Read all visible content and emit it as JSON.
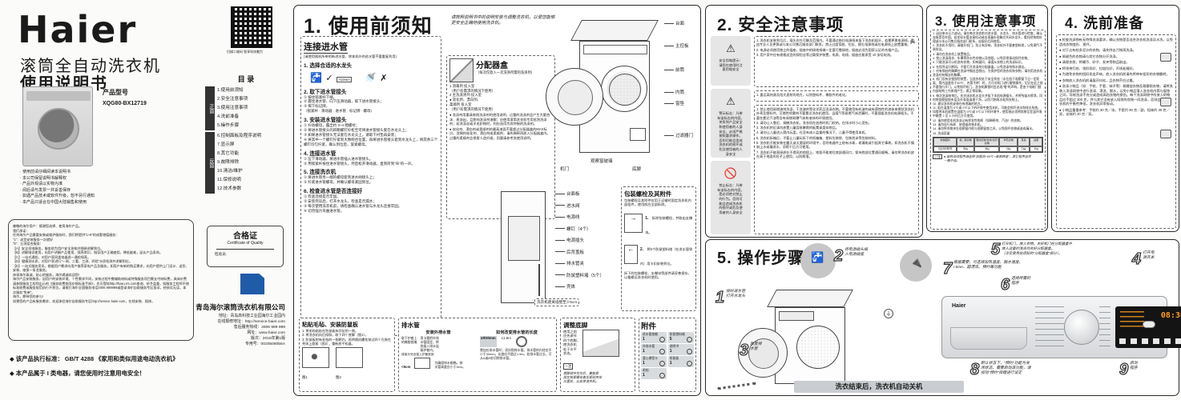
{
  "cover": {
    "brand": "Haier",
    "qr_caption": "扫描二维码 智享科技魅力",
    "product_line1": "滚筒全自动洗衣机",
    "product_line2": "使用说明书",
    "model_label": "产品型号",
    "model": "XQG80-BX12719",
    "toc": {
      "title": "目  录",
      "front_tab": "正面",
      "back_tab": "反面",
      "front_items": [
        "1.使用前须知",
        "2.安全注意事项",
        "3.使用注意事项",
        "4.洗前准备",
        "5.操作步骤"
      ],
      "back_items": [
        "6.控制面板及程序说明",
        "7.显示屏",
        "8.其它功能",
        "9.故障排除",
        "10.清洁/维护",
        "11.保修说明",
        "12.技术参数"
      ]
    },
    "notes": [
      "· 使用前请仔细阅读本说明书",
      "· 本公司保留说明书解释权",
      "· 产品外观请以实物为准",
      "· 阅后请与发票一并妥善保存",
      "· 如遇产品技术或软件升级，恕不另行通知",
      "· 本产品只适合在中国大陆销售和使用"
    ],
    "service_lines": [
      "尊敬的海尔用户：感谢您选择、使用海尔产品。",
      "我们承诺：",
      "任何海尔产品需要安装或维护服务时，我们将提供“1+5”的成套增值服务：",
      "“1”：送货安装服务一次就好",
      "“5”：五项组合服务：",
      "【A】安全须电服务，服务前为用户安全测电并细致讲解到位。",
      "【B】讲解指导使用，向用户讲解产品使用、保养常识，指导用户正确使用、降低能耗，延长产品寿命。",
      "【C】一站式通检，对用户家同类电器逐一通检保养。",
      "【D】健康测水质，对用户家进行“一闻、二看、三测、四验”水质检测并讲解到位。",
      "【E】一站式服务资讯，根据用户需求向用户推荐家电产品及服务，如用户有新的购买需求，向用户提供上门设计、送货、安装、维保一条龙服务。",
      "体现海尔真诚、贴心的服务，海尔竭诚欢迎您!",
      "海尔产品安装服务，因用户的安装环境、个性需求不同，安装过程中需辅助材料或特殊服务项目需支付材料费，具体价费请参照服务工程师出示的《服务收费指导价格标准手册》，也可登陆http://fuwu.rrs.com查询、给予监督，如服务工程师不按标准收费或服务规范执行不到位，请拨打海尔全国服务电话4006 999999或登录海尔自助服务专区投诉，经核实无误，本次服务“免单”。",
      "海尔，期待您的参与!",
      "如果您的产品有服务需求，欢迎体验海尔自助服务专区http://service.haier.com，在线安装、报修。"
    ],
    "certificate": {
      "title": "合格证",
      "subtitle": "Certificate of Quality",
      "inspector": "检验员:"
    },
    "company": "青岛海尔滚筒洗衣机有限公司",
    "company_lines": [
      "地址：青岛高科技工业园海尔工业园内",
      "在线报修地址：http://service.haier.com",
      "售后服务热线：4006 999 999",
      "网址：www.haier.com",
      "版次：2016年第1版",
      "专用号：0020508056A"
    ],
    "standards": [
      "◆ 该产品执行标准： GB/T 4288 《家用和类似用途电动洗衣机》",
      "◆ 本产品属于 I 类电器，请您使用时注意用电安全！"
    ]
  },
  "p1": {
    "title": "1. 使用前须知",
    "intro": "请按照说明书中的说明安装与调整洗衣机，以便您能够\n更安全正确地使用洗衣机。",
    "connect_title": "连接进水管",
    "connect_note": "(请使用随机所带的新进水管，除本机外的进水管不要重复利用)",
    "faucet_ok": "✓",
    "faucet_bad": "✗",
    "faucet_dim": ">10mm",
    "steps": [
      {
        "title": "1. 选择合适的水龙头",
        "body": ""
      },
      {
        "title": "2. 取下进水管接头",
        "body": "① 按住锁紧杆下端。\n② 握住进水管、向下压滑动器，取下进水管接头；\n③ 揭下标记牌。\n（锁紧杆 · 滑动器 · 进水管 · 标记牌 · 螺母）"
      },
      {
        "title": "3. 安装进水管接头",
        "body": "① 拧动螺母，露出约 3~4 圈螺纹；\n② 将进水管接头的四颗螺钉拧松至可将进水管接头套在水龙头上；\n③ 如果进水管接头无法套在水龙头上，请取下衬垫再安装；\n④ 将其中一个螺钉拧紧到大致吻合位置，再将进水管接头套到水龙头上，将其余三个螺钉均匀拧紧，确认到位后，旋紧螺母。"
      },
      {
        "title": "4. 连接进水管",
        "body": "① 压下滑动器，将进水管插入进水管接头。\n② 用锁紧杆按住进水管接头，然后松开滑动器，直到听到“咔”的一声。"
      },
      {
        "title": "5. 连接洗衣机",
        "body": "① 将进水管另一端的螺母套到进水阀接头上；\n② 拧紧进水管螺母，并确认螺母紧固到位。"
      },
      {
        "title": "6. 检查进水管是否连接好",
        "body": "① 检查连接是否牢固。\n② 安装完毕后，打开水龙头，检查是否漏水；\n③ 每次使用洗衣机前，请检查确认进水管与水龙头连接牢固。\n④ 切勿强力弯曲进水管。"
      }
    ],
    "dispenser": {
      "title": "分配器盒",
      "subtitle": "（每次仅放入一次洗涤所需的洗涤剂）",
      "items": [
        "1  消毒剂  投入室\n（用户有需求的情况下使用）",
        "2  主洗洗涤剂  投入室",
        "●  软化剂、漂白剂、\n柔顺剂  投入室\n（用户有需求的情况下使用）"
      ],
      "notes": [
        "● 洗涤剂用量请参照洗涤剂的使用说明，过量的洗涤剂会产生大量泡沫、易溢出，且影响洗涤剂溶解；应使用滚筒洗衣机专用低泡洗涤剂；若洗涤丝或羊毛织物时，则应选用为其特制的洗涤剂。",
        "● 软化剂、漂白剂或柔顺剂的最高液面不要超过分配器盒的MAX标识。浓稠的软化剂、漂白剂或柔顺剂，请先稀释再放入分配器盒内。过量的柔顺剂会损害人造纤维，用量请参考其使用说明。"
      ]
    },
    "front_labels": [
      "台面",
      "主控板",
      "前筒",
      "内筒",
      "窗垫",
      "过滤器门",
      "观察窗玻璃",
      "机门",
      "底脚"
    ],
    "back_labels": [
      "台面板",
      "进水阀",
      "电源线",
      "螺钉（4个）",
      "电源插头",
      "后背盖板",
      "排水管夹",
      "防鼠塑料堵（5个）",
      "壳体"
    ],
    "wall_note": "洗衣机距离墙壁至少5cm",
    "bolts": {
      "title": "包装螺栓及其附件",
      "intro": "包装螺栓及其附件仅用于运输时固定洗衣机内部组件，使用前应全部拆除。",
      "fig1_cap": "1.",
      "fig1_text": "拆除包装螺栓，并取出支撑块。",
      "fig2_cap": "2.",
      "fig2_text": "将5个防鼠塑料堵（在进水管袋内）用卡扣安装到位。",
      "note": "拆下的包装螺栓、支撑块等部件请妥善保存，以备搬运洗衣机时使用。"
    },
    "felt": {
      "title": "粘贴毛毡、安装防鼠板",
      "steps": [
        "1. 将毛毡粘贴在防鼠板有凹坑的一侧。",
        "2. 将洗衣机向后倾斜，取下四个底脚（图1）。",
        "3. 防鼠板附有毛毡的一侧朝内，再将随机螺栓穿过四个孔装在壳体上旋紧（图2），重新放平机器。"
      ],
      "fig1": "图1",
      "fig2": "图2"
    },
    "drain": {
      "title": "排水管",
      "sub1": "安装外排水管",
      "l1": "取下护套上\n的橡胶锁堵",
      "l2": "用卡箍把外排\n水管固定，将\n其插入排水连\n接护套内。",
      "l3": "将接头完全插入护套底部",
      "l4": "<5cm",
      "l5": "为确保排水顺畅，排\n水管高度应小于5cm。",
      "sub2": "如何改变排水管的长度",
      "d1": "≥Φ30mm",
      "d2": "≤1.5m",
      "body2": "需加长排水管时，须另购排水管。排水管的内径应不小于30mm，长度应不超过1.5m。若排水管过长，可从A或B处切除排水管。"
    },
    "feet": {
      "title": "调整底脚",
      "body": "使用之前\n应先调节\n四个底脚，\n使洗衣机\n处于水平\n状态。",
      "note_tag": "☞注",
      "note": "底脚调节完毕后，要旋紧\n固定锁紧螺母直至紧贴壳体\n位置处，以支撑洗衣机。"
    },
    "accessories": {
      "title": "附件",
      "items": [
        {
          "name": "进水管垫圈",
          "qty": "1"
        },
        {
          "name": "防鼠塑料堵",
          "qty": "5"
        },
        {
          "name": "外排水管",
          "qty": "1"
        },
        {
          "name": "说明书",
          "qty": "1"
        },
        {
          "name": "爱心便签卡",
          "qty": "1"
        },
        {
          "name": "防鼠板",
          "qty": "1"
        },
        {
          "name": "毛毡",
          "qty": "1"
        }
      ]
    }
  },
  "p2": {
    "title": "2. 安全注意事项",
    "w1": "安全用电提示：\n请您在使用时注\n意用电安全",
    "w2": "警示标志：凡带\n有该标志的内容，\n关系到产品安全\n和使用者的人身\n安全，必须严格\n按照要求操作。\n否则可能会造成\n洗衣机的损坏或\n危及使用者的人\n身安全",
    "w3": "禁止标志：凡带\n有该标志的内容，\n是必须绝对禁止\n的行为。否则可\n能会造成洗衣机\n的损坏或危及使\n用者的人身安全",
    "block1": [
      "1. 洗衣机安装到位后，插头应在可触及范围内。不要通过拖拉电源线来拔下洗衣机插头，若需更换电源线，需由专业人员更换或与本公司售后服务部门联系。禁止过度弯曲、拉扯、捆扎电源线或在电源线上放置重物。",
      "2. 电源必须使用独立的插座，插座中的接地线端一定要可靠接地，插座必须为国家认证的合格产品。",
      "3. 用户家中应有规格适宜的保险丝等过载保护装置，电表、电线、插座应能承受 10 安培电流。"
    ],
    "block2": [
      "1. 要远离热源及阳光直射的地方，以防塑料件、橡胶件的老化。"
    ],
    "block3": [
      "1. 禁止使用易燃溶剂洗涤，干洗溶剂等化学药品洗涤衣物。不要使用有机溶剂或有腐蚀性的液体来擦拭洗衣机外壳及塑料件。可燃性喷雾剂不要靠近洗衣机使用，当煤气等易燃气体泄漏时，不要插拔洗衣机电源插头。不要在靠近汽油等含有易燃易爆气体和液体的环境使用。",
      "2. 请勿让人靠近、接触洗衣机，洗衣机在加热时机门较热，在排水时小心烫伤。",
      "3. 洗衣机附近请勿放置儿童容易攀爬的板凳或类似物品。",
      "4. 请勿让儿童进入筒内玩耍，在没有成人监督的情况下，儿童不得使用本机。",
      "5. 洗衣机拆箱后，不要让儿童玩拆下的纸箱箱、塑料包装袋、包装泡沫等包装材料。",
      "6. 洗衣机不能安装在露天或太潮湿的环境中，否则电器件上结有水珠，易漏电或引起其它事故。如洗衣机不慎淋上水或漏进水，须晾干后方可使用。",
      "7. 洗衣机不能直接放在不透风的地毯上，地毯不能堵住底部通风口，保持底部位置通风顺畅。请勿将洗衣机放在高于地面的台子上使用，以防跌落。"
    ]
  },
  "p3": {
    "title": "3. 使用注意事项",
    "items": [
      "1. 因自来水压力波动，请在每次洗衣前对进水管、水龙头、排水管进行检查，确认连接是否牢固。若发现水管连接松动或出现漏水现象应关闭水龙头，委托经销商处理或与本公司售后服务部门联系，连接好后再使用。",
      "2. 洗衣机不用时，请敞开机门，防止有异味，洗衣机外不要套塑料袋，以免潮气不易排出。",
      "3. 请勿在洗衣机上放置物品。",
      "4. 禁止洗涤雨衣、车罩等防水性衣物以及地毯，以免异常振动损坏衣物。",
      "5. 只能洗涤可以机洗的衣物，如有疑问，请遵从衣物上的洗涤标识。",
      "6. 在程序运行期间，不要打开洗涤剂分配器盒，以免洗涤剂和水溅出。",
      "7. 衬有钢丝的胸罩在洗涤中钢丝会脱出，为保护您的洗衣机和衣物，请勿用洗衣机洗涤衬有钢丝的胸罩。",
      "8. 机门设有自锁保险装置，当洗衣机处于安全状态（水位低于观察窗下沿一定距离、筒内温度低于50℃、内筒不转）时，方可对机门进行解锁操作，切记在此之前不要强行开门，以免损坏机门。洗衣机解锁时会出现“嗒”的声响，是由于电磁门锁内部结构工作原理产生，属正常现象。",
      "9. 每次洗涤结束后，应关闭本机水龙头并拔下本机电源插头，并将残留水擦净。同时将观察窗垫夹层及外表面清理干净，以防污物再次粘到衣物上。",
      "10. 建议洗衣机安装在有地漏的地方。",
      "11. 若在温度为 0℃或 0℃以下的环境中使用本机，可能会损坏进水和排水系统。如需将本机放置在温度为 0℃或 0℃以下的环境中，使用前必须将其移至室温环境中静置 2 至 4 小时后方可使用。",
      "12. 请勿使用本机洗涤沾有挥发性物质（如稀释剂、汽油）的衣物。",
      "13. 请勿自行拆卸、修理或改装本机。",
      "14. 请勿将衣物夹在观察窗内框与观察窗垫之间，以免损坏衣物或造成漏水。",
      "15. 洗涤容量"
    ],
    "table": {
      "headers": [
        "衣物面料",
        "棉、麻织物",
        "混纺织物/合成(化纤)织物",
        "羊毛织物",
        "真丝",
        "适量"
      ],
      "row": [
        "XQG80系列",
        "8kg",
        "4kg",
        "1kg",
        "1kg",
        "1kg"
      ]
    },
    "note_tag": "☞注",
    "note": "● 能效测试程序请选择“加强洗+60℃+最高转速”，其它程序选项\n一概不选。"
  },
  "p4": {
    "title": "4. 洗前准备",
    "bullets": [
      "检查洗涤物有无特殊洗涤要求，确认衣物是否适合洗衣机洗涤及水洗，以免造成衣物变形、损坏。",
      "对于沾有较多泥沙的衣物，请先除去污物再洗涤。",
      "易褪色的衣物请与其它衣物分开洗涤。",
      "清理衣袋，将硬币、砂子、发夹等物品取出。",
      "将领带打结、领扣扣好、拉链拉好，开线处缝好。",
      "为避免衣物的钮扣发出声响，放入洗衣机前请先将带有钮扣的衣物翻转。",
      "衣物放入洗衣机前请展开抖松，且衣物不应过量。",
      "洗涤小物品（如：手帕、手套、袜子等）易缠绕衣物及易磨损衣物，请将其装入洗涤网袋中进行洗涤、漂洗、脱水，以免小物品落入洗衣机内筒与窗垫之间，导致洗涤不充分或造成高档衣物的损伤。每个洗涤网袋中所放入的物品应不超过 300 克，并与其它没有放入网袋的衣物一同洗涤，否则会导致洗衣机的平衡性降低，洗衣机异常振动。",
      "小物品重量参考：手帕约 30 克／块，手套约 60 克／副，短袜约 30 克／双，丝袜约 20 克／双。"
    ]
  },
  "p5": {
    "title": "5. 操作步骤",
    "s1": "接好进水管\n打开水龙头",
    "s2": "将电源插头插\n入电源插座",
    "s3": "放置排\n水管",
    "s4": "打开电\n源开关",
    "s5": "打开机门，放入衣物，关好机门在分配器盒中\n放入适量的洗涤剂关好分配器盒。\n（详见使用前须知的“分配器盒”部分）。",
    "s6": "选择所需的\n程序",
    "s7": "根据需要，可选择加热温度、脱水速度、\ni-time、超漂洗、预约等功能",
    "s8": "默认状态下，“预约”功能为关\n闭状态，需要启动该功能，请\n按动“预约”按键进行设定",
    "s9": "启动\n程序",
    "banner": "洗衣结束后，洗衣机自动关机",
    "panel_brand": "Haier",
    "display_time": "08:30"
  }
}
